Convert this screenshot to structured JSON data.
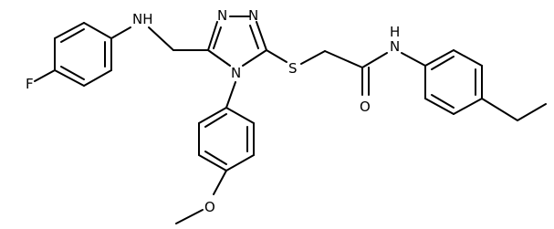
{
  "atoms": {
    "fluorine": "F",
    "amine_nh": "NH",
    "ring_n_left": "N",
    "ring_n_right": "N",
    "ring_n4": "N",
    "sulfur": "S",
    "amide_nh": "N",
    "amide_h": "H",
    "carbonyl_o": "O",
    "ether_o": "O"
  }
}
